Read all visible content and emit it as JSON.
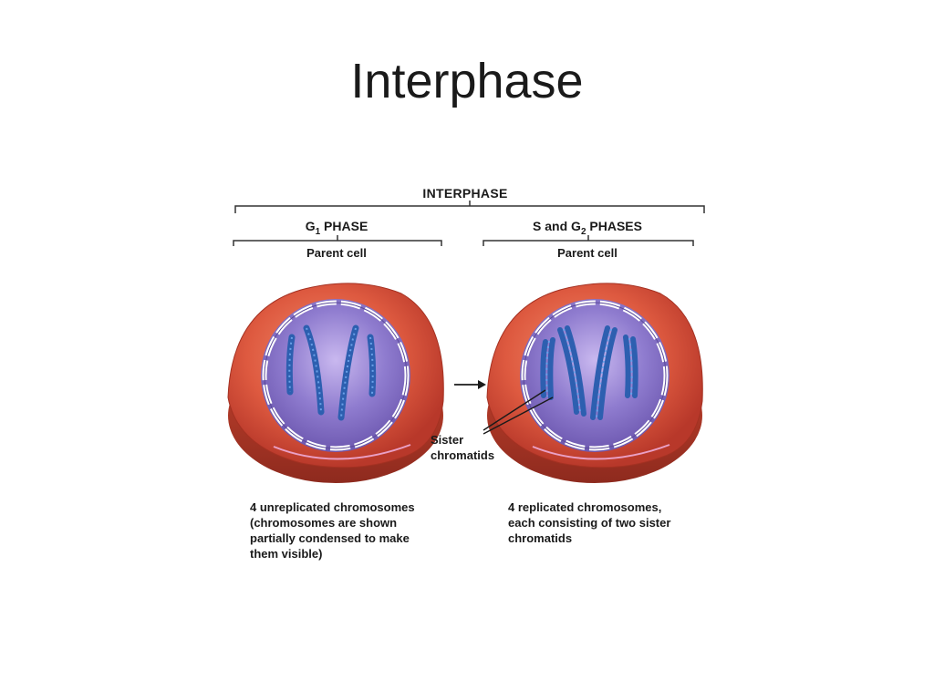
{
  "slide": {
    "title": "Interphase"
  },
  "diagram": {
    "header": "INTERPHASE",
    "g1_phase": {
      "prefix": "G",
      "sub": "1",
      "suffix": " PHASE"
    },
    "s_g2_phase": {
      "prefix": "S and G",
      "sub": "2",
      "suffix": " PHASES"
    },
    "left_cell_label": "Parent cell",
    "right_cell_label": "Parent cell",
    "sister_label": [
      "Sister",
      "chromatids"
    ],
    "left_caption": [
      "4 unreplicated chromosomes",
      "(chromosomes are shown",
      "partially condensed to make",
      "them visible)"
    ],
    "right_caption": [
      "4 replicated chromosomes,",
      "each consisting of two sister",
      "chromatids"
    ],
    "colors": {
      "cytoplasm": "#d8503a",
      "nucleus": "#8a78c8",
      "chromosome": "#2d5fb0"
    }
  }
}
